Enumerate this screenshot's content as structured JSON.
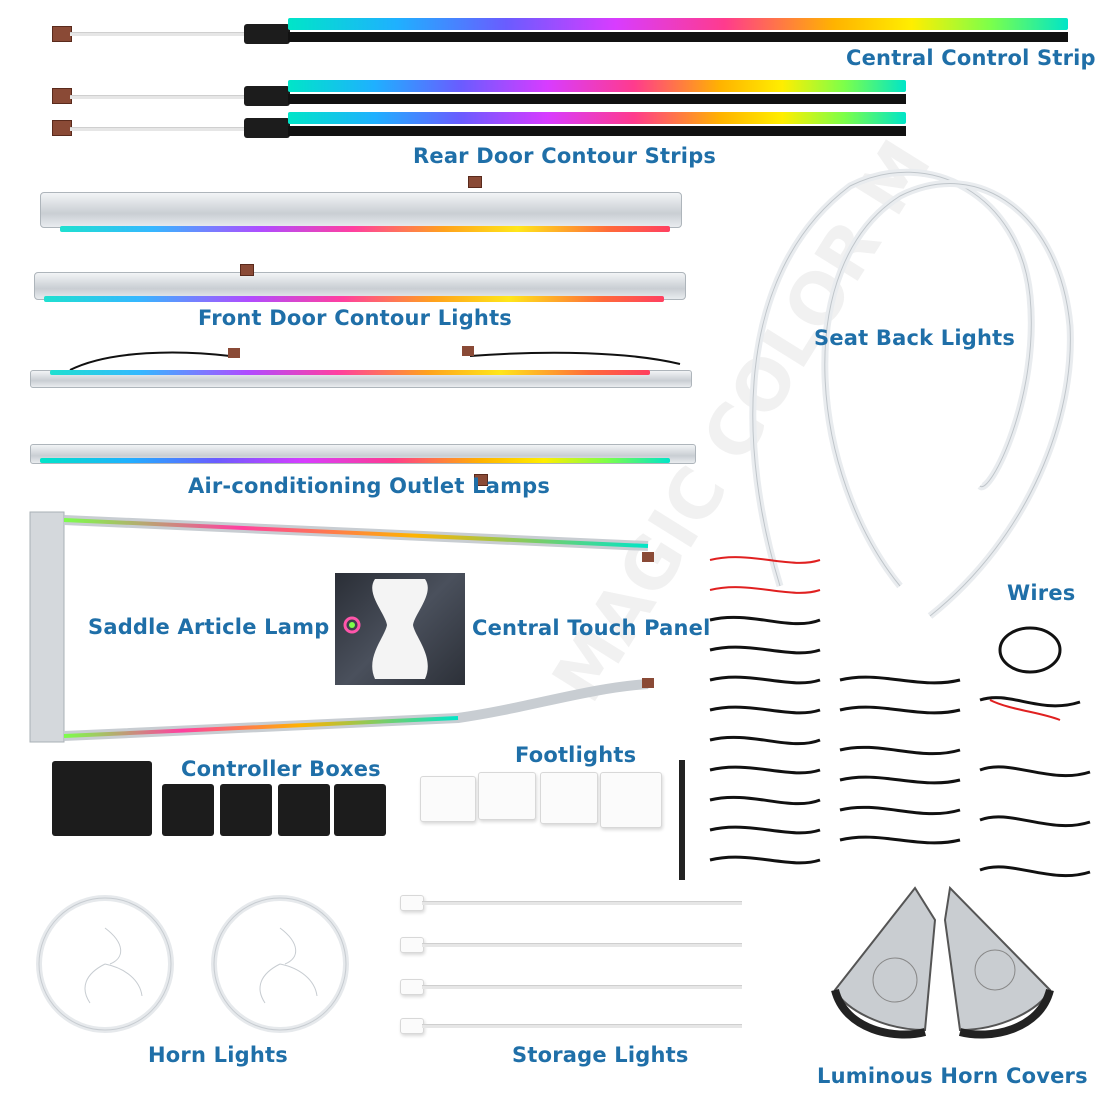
{
  "labels": {
    "central_control_strip": "Central Control Strip",
    "rear_door_contour_strips": "Rear Door Contour Strips",
    "front_door_contour_lights": "Front Door Contour Lights",
    "seat_back_lights": "Seat Back Lights",
    "air_conditioning_outlet_lamps": "Air-conditioning Outlet Lamps",
    "saddle_article_lamp": "Saddle Article Lamp",
    "central_touch_panel": "Central Touch Panel",
    "wires": "Wires",
    "controller_boxes": "Controller Boxes",
    "footlights": "Footlights",
    "horn_lights": "Horn Lights",
    "storage_lights": "Storage Lights",
    "luminous_horn_covers": "Luminous Horn Covers"
  },
  "watermark": "MAGIC COLOR M",
  "colors": {
    "label": "#1f6fa8"
  }
}
